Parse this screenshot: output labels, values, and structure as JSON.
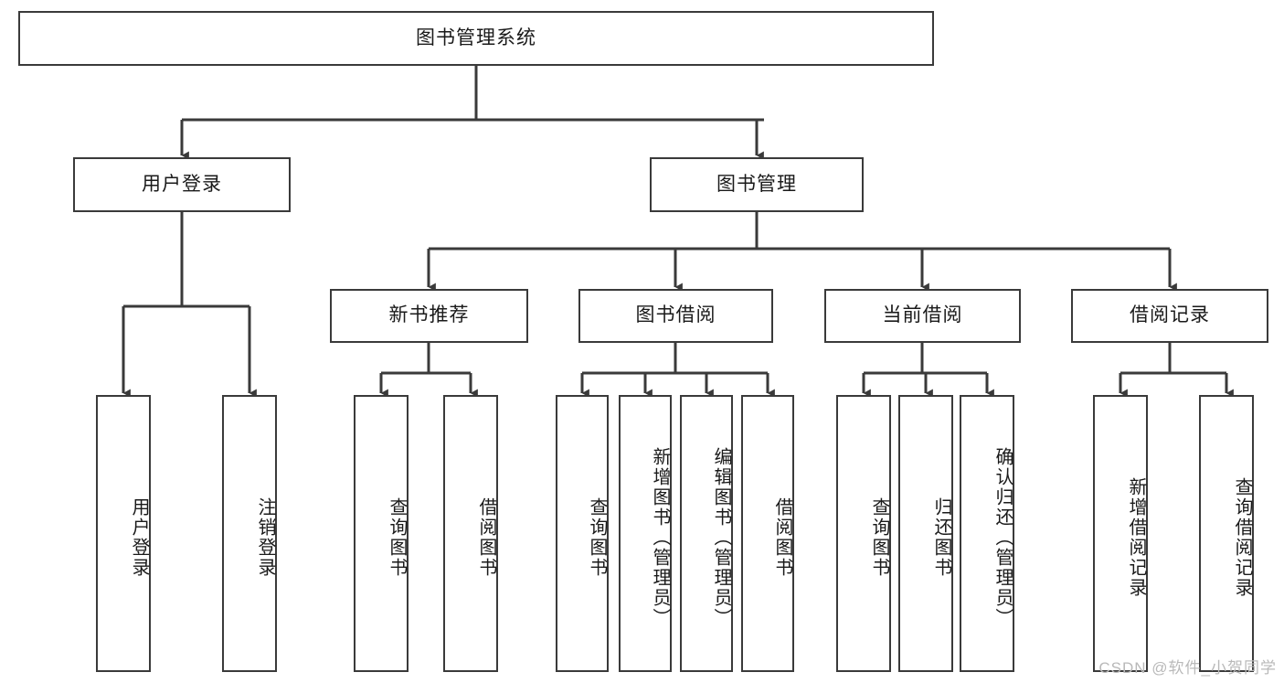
{
  "diagram": {
    "type": "tree",
    "title": "图书管理系统",
    "orientation": "top-down",
    "colors": {
      "background": "#ffffff",
      "node_border": "#3a3a3a",
      "node_fill": "#ffffff",
      "edge": "#3a3a3a",
      "text": "#1a1a1a",
      "watermark": "#b9b9b9"
    },
    "nodes": {
      "root": {
        "label": "图书管理系统"
      },
      "level2": [
        {
          "label": "用户登录"
        },
        {
          "label": "图书管理"
        }
      ],
      "level3": [
        {
          "label": "新书推荐"
        },
        {
          "label": "图书借阅"
        },
        {
          "label": "当前借阅"
        },
        {
          "label": "借阅记录"
        }
      ],
      "leaves": {
        "user_login": [
          {
            "label": "用户登录"
          },
          {
            "label": "注销登录"
          }
        ],
        "new_book_recommend": [
          {
            "label": "查询图书"
          },
          {
            "label": "借阅图书"
          }
        ],
        "book_borrow": [
          {
            "label": "查询图书"
          },
          {
            "label": "新增图书（管理员）"
          },
          {
            "label": "编辑图书（管理员）"
          },
          {
            "label": "借阅图书"
          }
        ],
        "current_borrow": [
          {
            "label": "查询图书"
          },
          {
            "label": "归还图书"
          },
          {
            "label": "确认归还（管理员）"
          }
        ],
        "borrow_record": [
          {
            "label": "新增借阅记录"
          },
          {
            "label": "查询借阅记录"
          }
        ]
      }
    },
    "watermark": "CSDN @软件_小贺同学"
  }
}
